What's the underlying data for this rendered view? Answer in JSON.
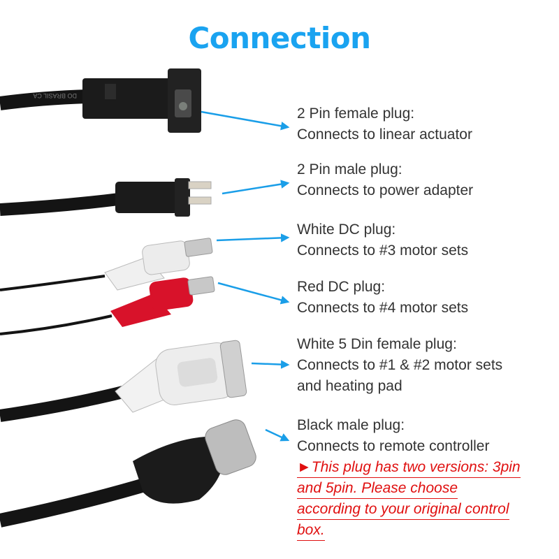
{
  "title": "Connection",
  "colors": {
    "title": "#1aa3f0",
    "arrow": "#1a9ee8",
    "text": "#333333",
    "note": "#e01010",
    "cable": "#141414",
    "plug_white": "#f0f0f0",
    "plug_red": "#d8122a"
  },
  "connectors": [
    {
      "name": "2 Pin female plug:",
      "desc": "Connects to linear actuator"
    },
    {
      "name": "2 Pin male plug:",
      "desc": "Connects to power adapter"
    },
    {
      "name": "White DC plug:",
      "desc": "Connects to #3 motor sets"
    },
    {
      "name": "Red DC plug:",
      "desc": "Connects to #4 motor sets"
    },
    {
      "name": "White 5 Din female plug:",
      "desc": "Connects to #1 & #2 motor sets",
      "desc2": "and heating pad"
    },
    {
      "name": "Black male plug:",
      "desc": "Connects to remote controller"
    }
  ],
  "note": {
    "lines": [
      "►This plug has two versions: 3pin",
      "and 5pin. Please choose",
      "according to your original control",
      "box."
    ]
  },
  "cable_print": "DO BRASIL CA"
}
